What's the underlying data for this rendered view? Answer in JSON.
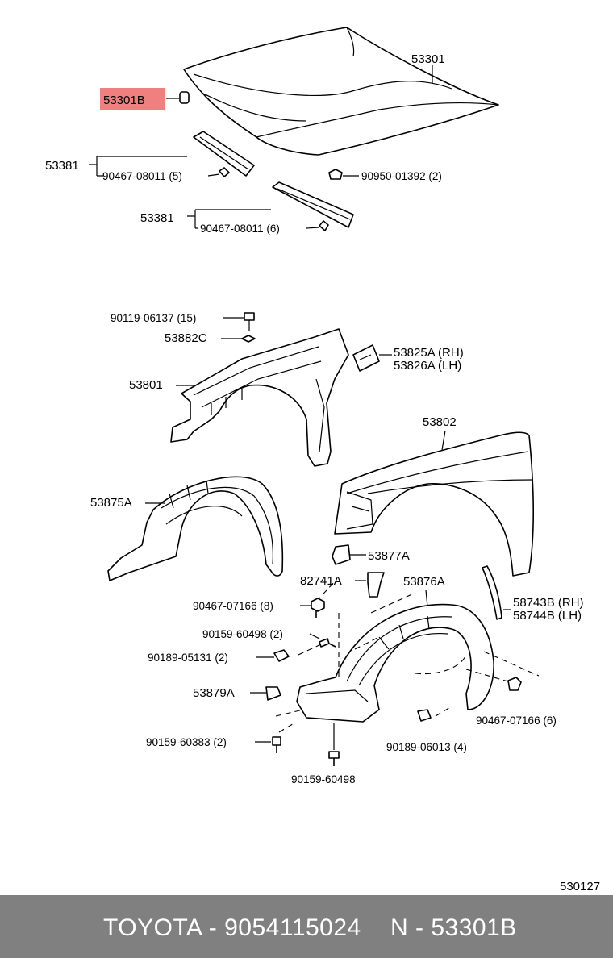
{
  "labels": {
    "hood": "53301",
    "highlight": "53301B",
    "seal_top_group": "53381",
    "seal_top_clip": "90467-08011 (5)",
    "hood_grommet": "90950-01392 (2)",
    "seal_bot_group": "53381",
    "seal_bot_clip": "90467-08011 (6)",
    "bolt": "90119-06137 (15)",
    "washer": "53882C",
    "bracket_rh": "53825A (RH)",
    "bracket_lh": "53826A (LH)",
    "apron": "53801",
    "fender": "53802",
    "liner_left": "53875A",
    "bracket_877": "53877A",
    "clip_741": "82741A",
    "liner_right": "53876A",
    "clip_8": "90467-07166 (8)",
    "screw_498_2": "90159-60498 (2)",
    "clip_131": "90189-05131 (2)",
    "molding_rh": "58743B (RH)",
    "molding_lh": "58744B (LH)",
    "clip_879": "53879A",
    "clip_6": "90467-07166 (6)",
    "screw_383": "90159-60383 (2)",
    "clip_013": "90189-06013 (4)",
    "screw_498": "90159-60498",
    "diagram_number": "530127"
  },
  "highlight_color": "#F08080",
  "footer": {
    "brand_part": "TOYOTA - 9054115024",
    "reference": "N - 53301B"
  }
}
